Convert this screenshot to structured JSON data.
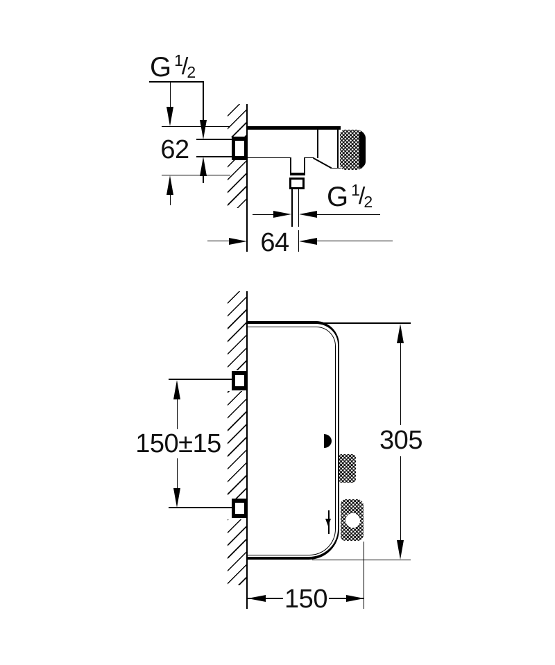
{
  "drawing": {
    "title": "thermostatic shower mixer dimensional drawing",
    "background": "#ffffff",
    "line_color": "#000000",
    "top_view": {
      "inlet_thread_label": {
        "g": "G",
        "numerator": "1",
        "slash": "/",
        "denominator": "2"
      },
      "outlet_thread_label": {
        "g": "G",
        "numerator": "1",
        "slash": "/",
        "denominator": "2"
      },
      "depth_dimension": "62",
      "outlet_offset_dimension": "64"
    },
    "side_view": {
      "connection_spacing_dimension": "150±15",
      "overall_height_dimension": "305",
      "overall_depth_dimension": "150"
    }
  }
}
